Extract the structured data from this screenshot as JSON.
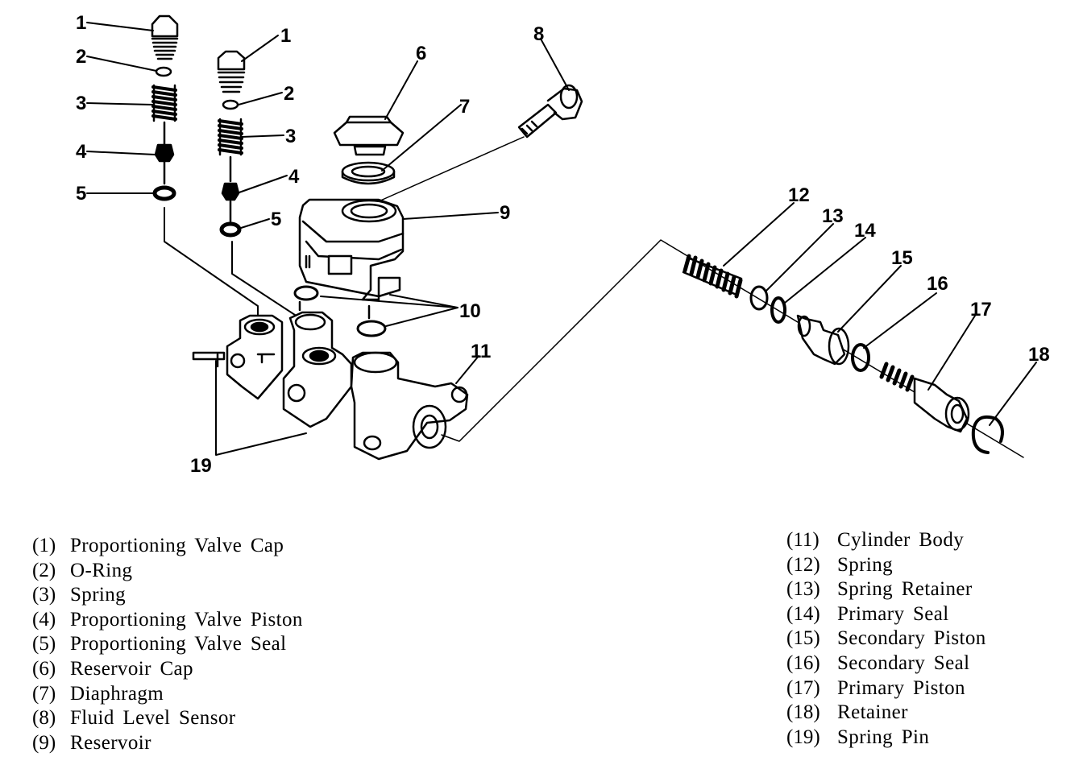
{
  "callouts": {
    "c1a": "1",
    "c2a": "2",
    "c3a": "3",
    "c4a": "4",
    "c5a": "5",
    "c1b": "1",
    "c2b": "2",
    "c3b": "3",
    "c4b": "4",
    "c5b": "5",
    "c6": "6",
    "c7": "7",
    "c8": "8",
    "c9": "9",
    "c10": "10",
    "c11": "11",
    "c12": "12",
    "c13": "13",
    "c14": "14",
    "c15": "15",
    "c16": "16",
    "c17": "17",
    "c18": "18",
    "c19": "19"
  },
  "legend_left": [
    {
      "num": "(1)",
      "label": "Proportioning Valve Cap"
    },
    {
      "num": "(2)",
      "label": "O-Ring"
    },
    {
      "num": "(3)",
      "label": "Spring"
    },
    {
      "num": "(4)",
      "label": "Proportioning Valve Piston"
    },
    {
      "num": "(5)",
      "label": "Proportioning Valve Seal"
    },
    {
      "num": "(6)",
      "label": "Reservoir Cap"
    },
    {
      "num": "(7)",
      "label": "Diaphragm"
    },
    {
      "num": "(8)",
      "label": "Fluid Level Sensor"
    },
    {
      "num": "(9)",
      "label": "Reservoir"
    }
  ],
  "legend_right": [
    {
      "num": "(11)",
      "label": "Cylinder Body"
    },
    {
      "num": "(12)",
      "label": "Spring"
    },
    {
      "num": "(13)",
      "label": "Spring Retainer"
    },
    {
      "num": "(14)",
      "label": "Primary Seal"
    },
    {
      "num": "(15)",
      "label": "Secondary Piston"
    },
    {
      "num": "(16)",
      "label": "Secondary Seal"
    },
    {
      "num": "(17)",
      "label": "Primary Piston"
    },
    {
      "num": "(18)",
      "label": "Retainer"
    },
    {
      "num": "(19)",
      "label": "Spring Pin"
    }
  ]
}
